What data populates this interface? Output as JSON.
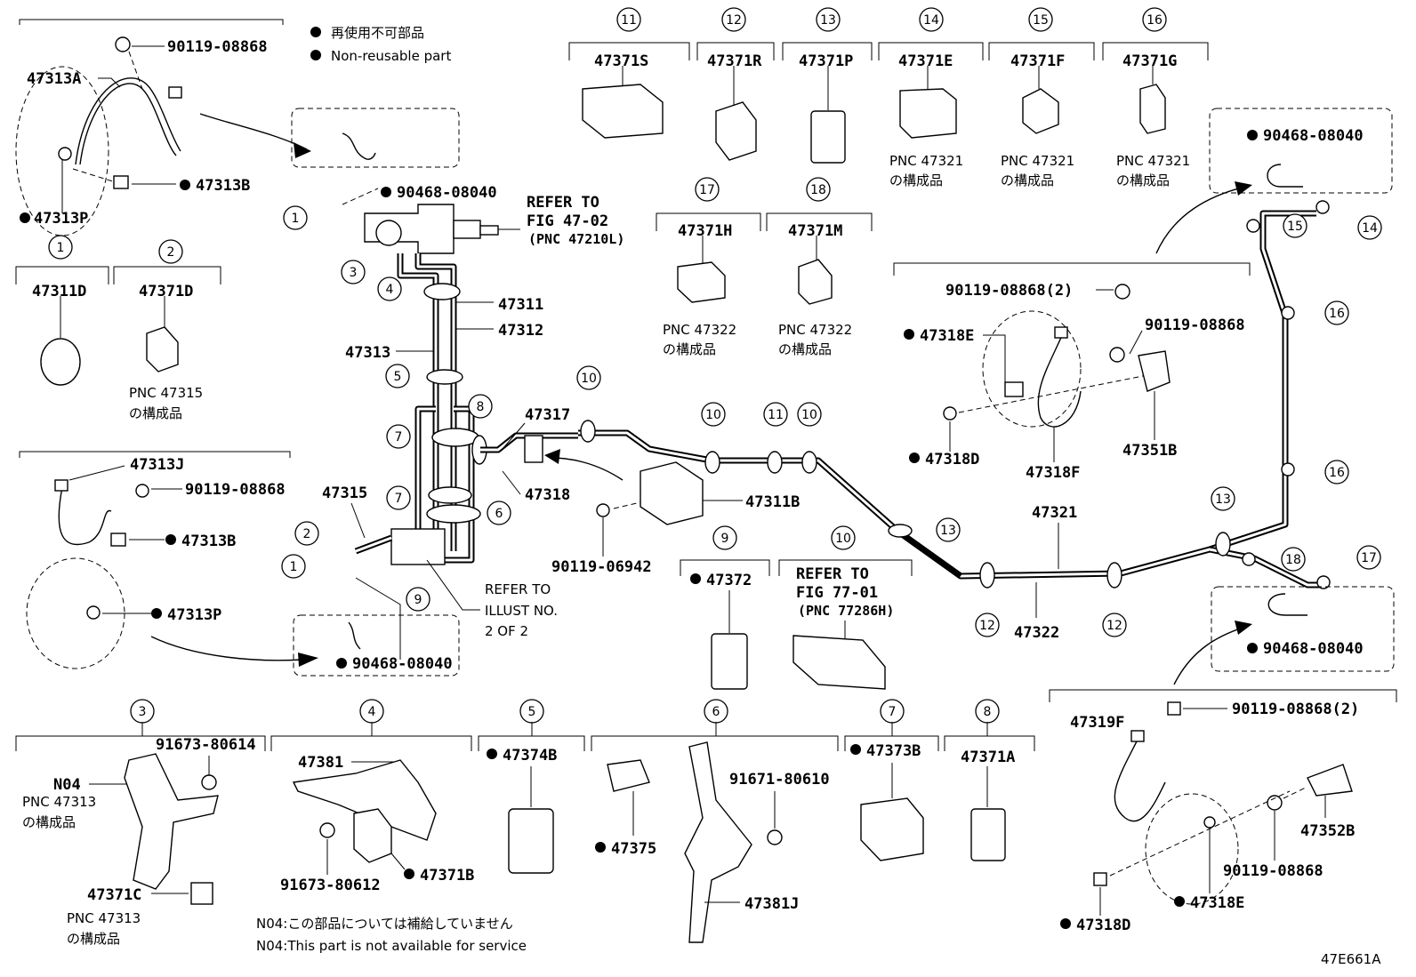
{
  "legend": {
    "jp": "再使用不可部品",
    "en": "Non-reusable part"
  },
  "illustration_code": "47E661A",
  "service_note": {
    "jp": "N04:この部品については補給していません",
    "en": "N04:This part is not available for service"
  },
  "callouts": [
    {
      "n": "①",
      "label": "1"
    },
    {
      "n": "②",
      "label": "2"
    },
    {
      "n": "③",
      "label": "3"
    },
    {
      "n": "④",
      "label": "4"
    },
    {
      "n": "⑤",
      "label": "5"
    },
    {
      "n": "⑥",
      "label": "6"
    },
    {
      "n": "⑦",
      "label": "7"
    },
    {
      "n": "⑧",
      "label": "8"
    },
    {
      "n": "⑨",
      "label": "9"
    },
    {
      "n": "⑩",
      "label": "10"
    },
    {
      "n": "⑪",
      "label": "11"
    },
    {
      "n": "⑫",
      "label": "12"
    },
    {
      "n": "⑬",
      "label": "13"
    },
    {
      "n": "⑭",
      "label": "14"
    },
    {
      "n": "⑮",
      "label": "15"
    },
    {
      "n": "⑯",
      "label": "16"
    },
    {
      "n": "⑰",
      "label": "17"
    },
    {
      "n": "⑱",
      "label": "18"
    }
  ],
  "clamp_headers": {
    "c1": "47311D",
    "c2": "47371D",
    "c11": "47371S",
    "c12": "47371R",
    "c13": "47371P",
    "c14": "47371E",
    "c15": "47371F",
    "c16": "47371G",
    "c17": "47371H",
    "c18": "47371M",
    "c9": "47372",
    "c10": "REFER TO",
    "c10b": "FIG 77-01",
    "c10c": "(PNC 77286H)",
    "c5": "47374B",
    "c7": "47373B",
    "c8": "47371A"
  },
  "pnc_notes": {
    "pnc47315": "PNC 47315",
    "pnc47321": "PNC 47321",
    "pnc47322": "PNC 47322",
    "pnc47313": "PNC 47313",
    "component_of": "の構成品"
  },
  "labels": {
    "p47313A": "47313A",
    "p90119_08868": "90119-08868",
    "p47313B": "47313B",
    "p47313P": "47313P",
    "p90468_08040": "90468-08040",
    "refer_to": "REFER TO",
    "fig4702": "FIG 47-02",
    "pnc47210L": "(PNC 47210L)",
    "p47311": "47311",
    "p47312": "47312",
    "p47313": "47313",
    "p47317": "47317",
    "p47318": "47318",
    "p47315": "47315",
    "p47313J": "47313J",
    "p47311B": "47311B",
    "p90119_06942": "90119-06942",
    "refer_illust": "REFER TO",
    "illust_no": "ILLUST NO.",
    "two_of_two": "2 OF 2",
    "p47321": "47321",
    "p47322": "47322",
    "p90119_08868_2": "90119-08868(2)",
    "p47318E": "47318E",
    "p47318D": "47318D",
    "p47318F": "47318F",
    "p47351B": "47351B",
    "p47319F": "47319F",
    "p47352B": "47352B",
    "p91673_80614": "91673-80614",
    "pN04": "N04",
    "p47371C": "47371C",
    "p47381": "47381",
    "p91673_80612": "91673-80612",
    "p47371B": "47371B",
    "p91671_80610": "91671-80610",
    "p47375": "47375",
    "p47381J": "47381J"
  }
}
